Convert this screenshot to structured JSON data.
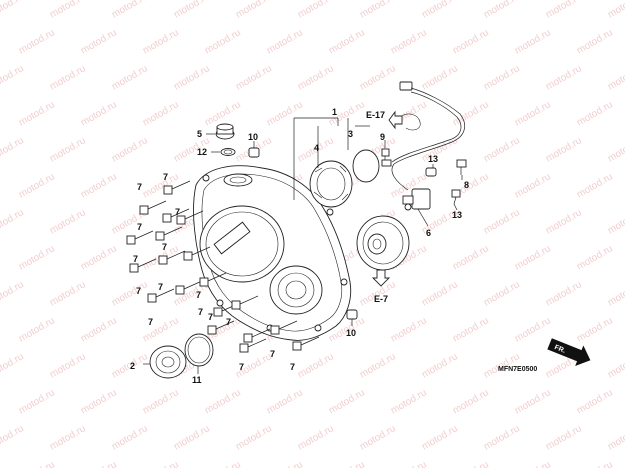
{
  "watermark": {
    "text": "motod.ru",
    "color": "#e9a6a6"
  },
  "diagram_code": "MFN7E0500",
  "direction_label": "FR.",
  "refs": {
    "e17": "E-17",
    "e7": "E-7"
  },
  "callouts": {
    "c1": "1",
    "c2": "2",
    "c3": "3",
    "c4": "4",
    "c5": "5",
    "c6": "6",
    "c7": "7",
    "c8": "8",
    "c9": "9",
    "c10": "10",
    "c11": "11",
    "c12": "12",
    "c13": "13"
  }
}
